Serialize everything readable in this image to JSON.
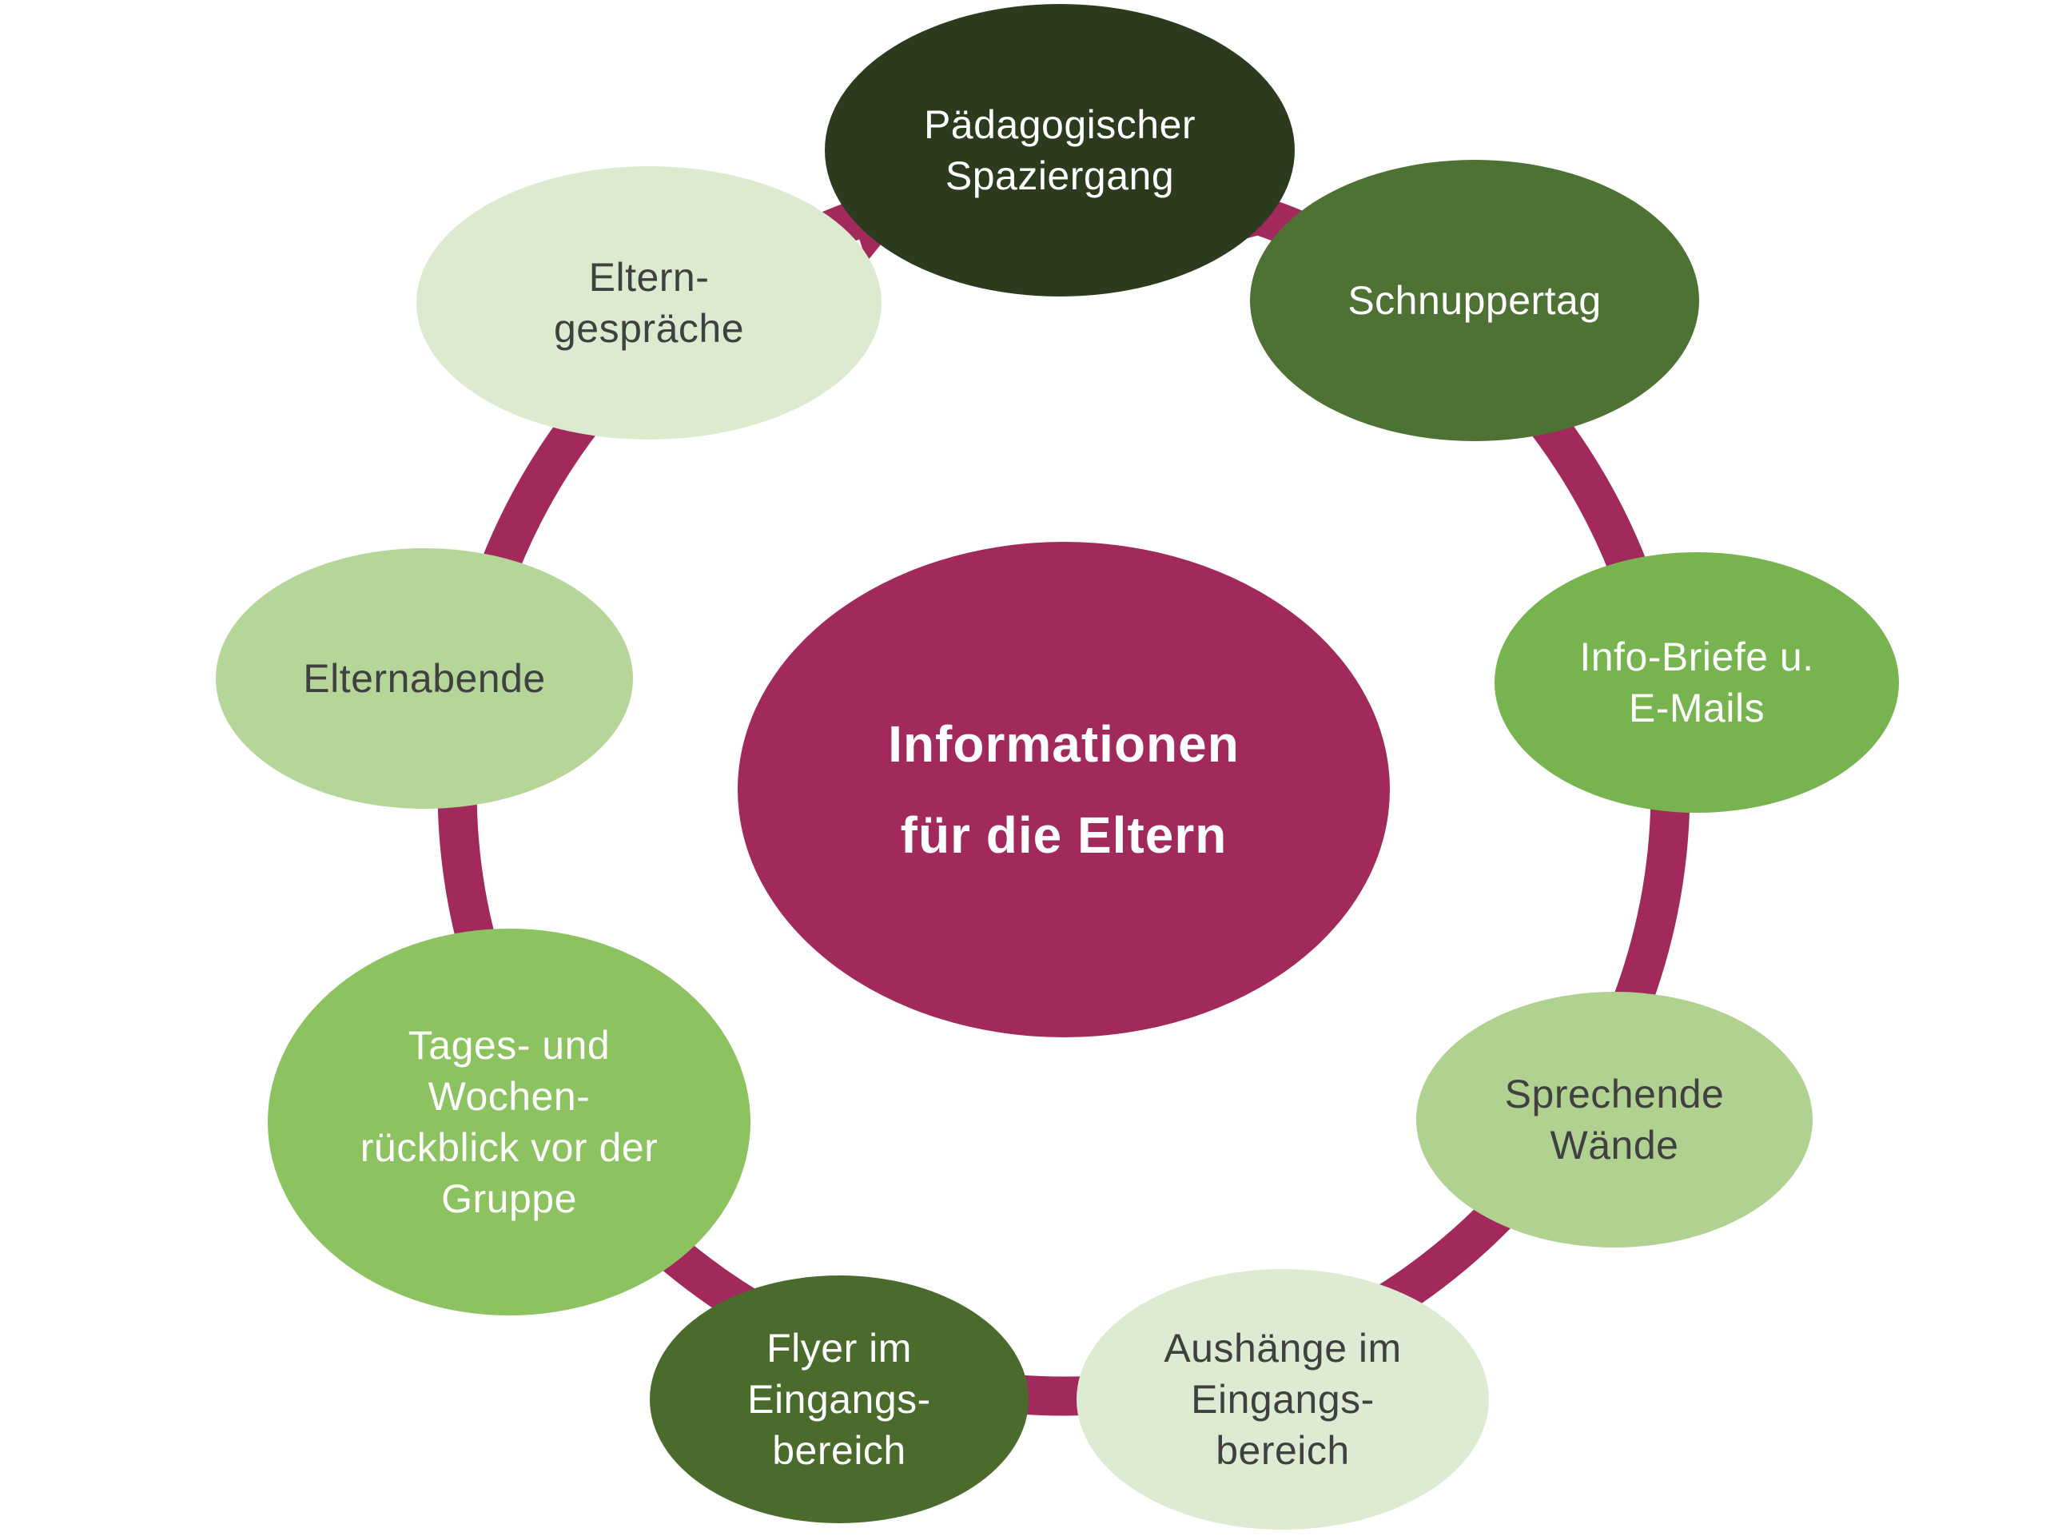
{
  "colors": {
    "background": "#FFFFFF",
    "ring": "#A1295B",
    "center_fill": "#A1295B",
    "center_text": "#FFFFFF",
    "dark_text": "#404040",
    "light_text": "#FFFFFF"
  },
  "center": {
    "line1": "Informationen",
    "line2": "für die Eltern"
  },
  "nodes": [
    {
      "id": "paedagogischer-spaziergang",
      "label": "Pädagogischer\nSpaziergang",
      "fill": "#2C3A1D",
      "text_color": "#FFFFFF"
    },
    {
      "id": "schnuppertag",
      "label": "Schnuppertag",
      "fill": "#4E7233",
      "text_color": "#FFFFFF"
    },
    {
      "id": "info-briefe-emails",
      "label": "Info-Briefe u.\nE-Mails",
      "fill": "#77B34F",
      "text_color": "#FFFFFF"
    },
    {
      "id": "sprechende-waende",
      "label": "Sprechende\nWände",
      "fill": "#B0D18F",
      "text_color": "#404040"
    },
    {
      "id": "aushaenge-eingangsbereich",
      "label": "Aushänge im\nEingangs-\nbereich",
      "fill": "#DEEBD3",
      "text_color": "#404040"
    },
    {
      "id": "flyer-eingangsbereich",
      "label": "Flyer im\nEingangs-\nbereich",
      "fill": "#4A6B2C",
      "text_color": "#FFFFFF"
    },
    {
      "id": "tages-wochenrueckblick",
      "label": "Tages- und\nWochen-\nrückblick vor der\nGruppe",
      "fill": "#8CC360",
      "text_color": "#FFFFFF"
    },
    {
      "id": "elternabende",
      "label": "Elternabende",
      "fill": "#B6D598",
      "text_color": "#404040"
    },
    {
      "id": "elterngespraeche",
      "label": "Eltern-\ngespräche",
      "fill": "#DCEACF",
      "text_color": "#404040"
    }
  ]
}
